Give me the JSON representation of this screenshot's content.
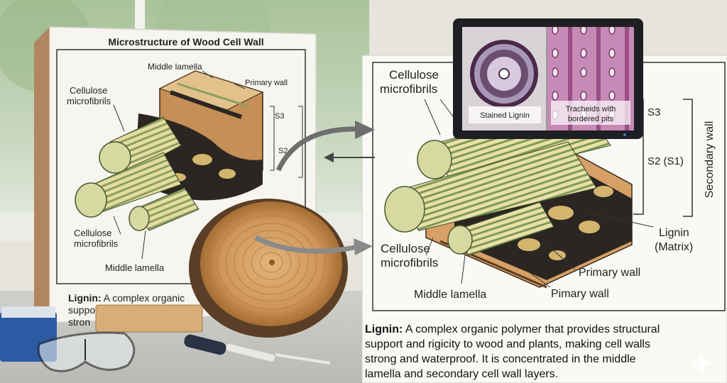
{
  "left_poster": {
    "title": "Microstructure of Wood Cell Wall",
    "labels": {
      "middle_lamella_top": "Middle lamella",
      "primary_wall": "Primary wall",
      "cellulose_top_1": "Cellulose",
      "cellulose_top_2": "microfibrils",
      "s3": "S3",
      "s2": "S2",
      "cellulose_bottom_1": "Cellulose",
      "cellulose_bottom_2": "microfibrils",
      "middle_lamella_bottom": "Middle lamella"
    },
    "caption_bold": "Lignin:",
    "caption_line1": " A complex organic",
    "caption_line2": "support and rigidity to wood",
    "caption_line3": "stron"
  },
  "right_panel": {
    "labels": {
      "cellulose_top_1": "Cellulose",
      "cellulose_top_2": "microfibrils",
      "s3": "S3",
      "s2": "S2 (S1)",
      "secondary_wall": "Secondary wall",
      "lignin_1": "Lignin",
      "lignin_2": "(Matrix)",
      "cellulose_bottom_1": "Cellulose",
      "cellulose_bottom_2": "microfibrils",
      "primary_wall": "Primary wall",
      "middle_lamella": "Middle lamella",
      "pimary_wall": "Pimary wall"
    }
  },
  "tablet": {
    "left_caption": "Stained Lignin",
    "right_caption_1": "Tracheids with",
    "right_caption_2": "bordered pits"
  },
  "bottom_caption": {
    "bold": "Lignin:",
    "line1": " A complex organic polymer that provides structural",
    "line2": "support and rigicity to wood and plants, making cell walls",
    "line3": "strong and waterproof. It is concentrated in the middle",
    "line4": "lamella and secondary cell wall layers."
  },
  "colors": {
    "poster_bg": "#f7f5ef",
    "fiber_green": "#8aa060",
    "fiber_cream": "#e6dca0",
    "lignin_dark": "#2b2622",
    "wood_brown": "#9c6a3c",
    "tablet_frame": "#1e1f22"
  }
}
